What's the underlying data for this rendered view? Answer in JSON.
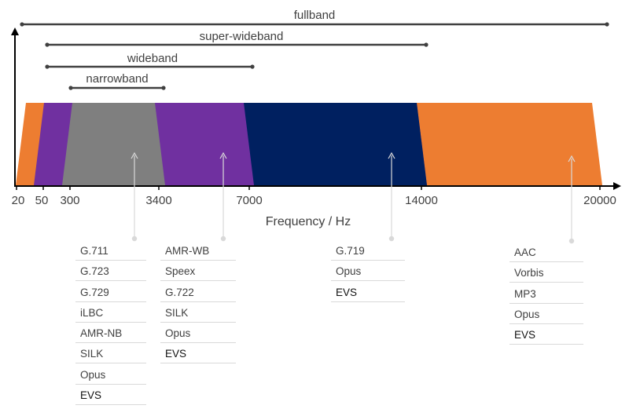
{
  "bands": [
    {
      "label": "fullband"
    },
    {
      "label": "super-wideband"
    },
    {
      "label": "wideband"
    },
    {
      "label": "narrowband"
    }
  ],
  "ticks": [
    "20",
    "50",
    "300",
    "3400",
    "7000",
    "14000",
    "20000"
  ],
  "axis_title": "Frequency / Hz",
  "colors": {
    "orange": "#ED7D31",
    "purple": "#7030A0",
    "gray": "#7F7F7F",
    "navy": "#002060",
    "axis": "#000000",
    "line": "#404040",
    "pointer": "#d9d9d9"
  },
  "codec_groups": [
    {
      "items": [
        "G.711",
        "G.723",
        "G.729",
        "iLBC",
        "AMR-NB",
        "SILK",
        "Opus",
        "EVS"
      ]
    },
    {
      "items": [
        "AMR-WB",
        "Speex",
        "G.722",
        "SILK",
        "Opus",
        "EVS"
      ]
    },
    {
      "items": [
        "G.719",
        "Opus",
        "EVS"
      ]
    },
    {
      "items": [
        "AAC",
        "Vorbis",
        "MP3",
        "Opus",
        "EVS"
      ]
    }
  ]
}
